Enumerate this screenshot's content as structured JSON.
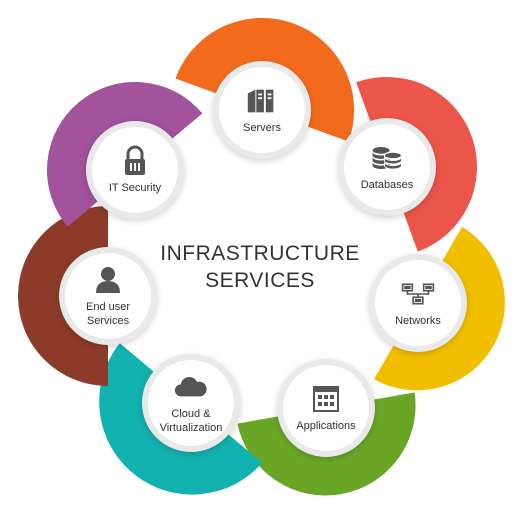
{
  "title": {
    "line1": "INFRASTRUCTURE",
    "line2": "SERVICES"
  },
  "nodes": [
    {
      "key": "servers",
      "label": "Servers",
      "icon": "server-rack-icon",
      "color": "#f26b1d"
    },
    {
      "key": "databases",
      "label": "Databases",
      "icon": "database-icon",
      "color": "#ec554a"
    },
    {
      "key": "networks",
      "label": "Networks",
      "icon": "network-icon",
      "color": "#f2bf00"
    },
    {
      "key": "applications",
      "label": "Applications",
      "icon": "app-grid-icon",
      "color": "#6aa626"
    },
    {
      "key": "cloud",
      "label": "Cloud &\nVirtualization",
      "icon": "cloud-icon",
      "color": "#12b2b0"
    },
    {
      "key": "end-user",
      "label": "End user\nServices",
      "icon": "user-icon",
      "color": "#8c3b2a"
    },
    {
      "key": "it-security",
      "label": "IT Security",
      "icon": "lock-icon",
      "color": "#a3529c"
    }
  ],
  "colors": {
    "icon": "#555555",
    "text": "#333333",
    "center": "#ffffff"
  }
}
